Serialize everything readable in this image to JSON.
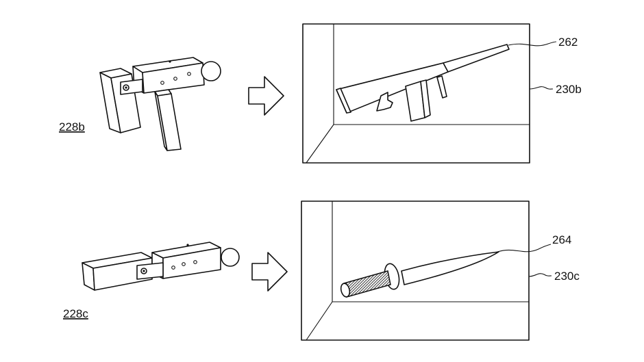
{
  "figure": {
    "labels": {
      "controller_gun": "228b",
      "controller_knife": "228c",
      "virtual_gun": "262",
      "display_gun": "230b",
      "virtual_knife": "264",
      "display_knife": "230c"
    },
    "icons": {
      "arrow": "right-arrow-icon"
    }
  }
}
